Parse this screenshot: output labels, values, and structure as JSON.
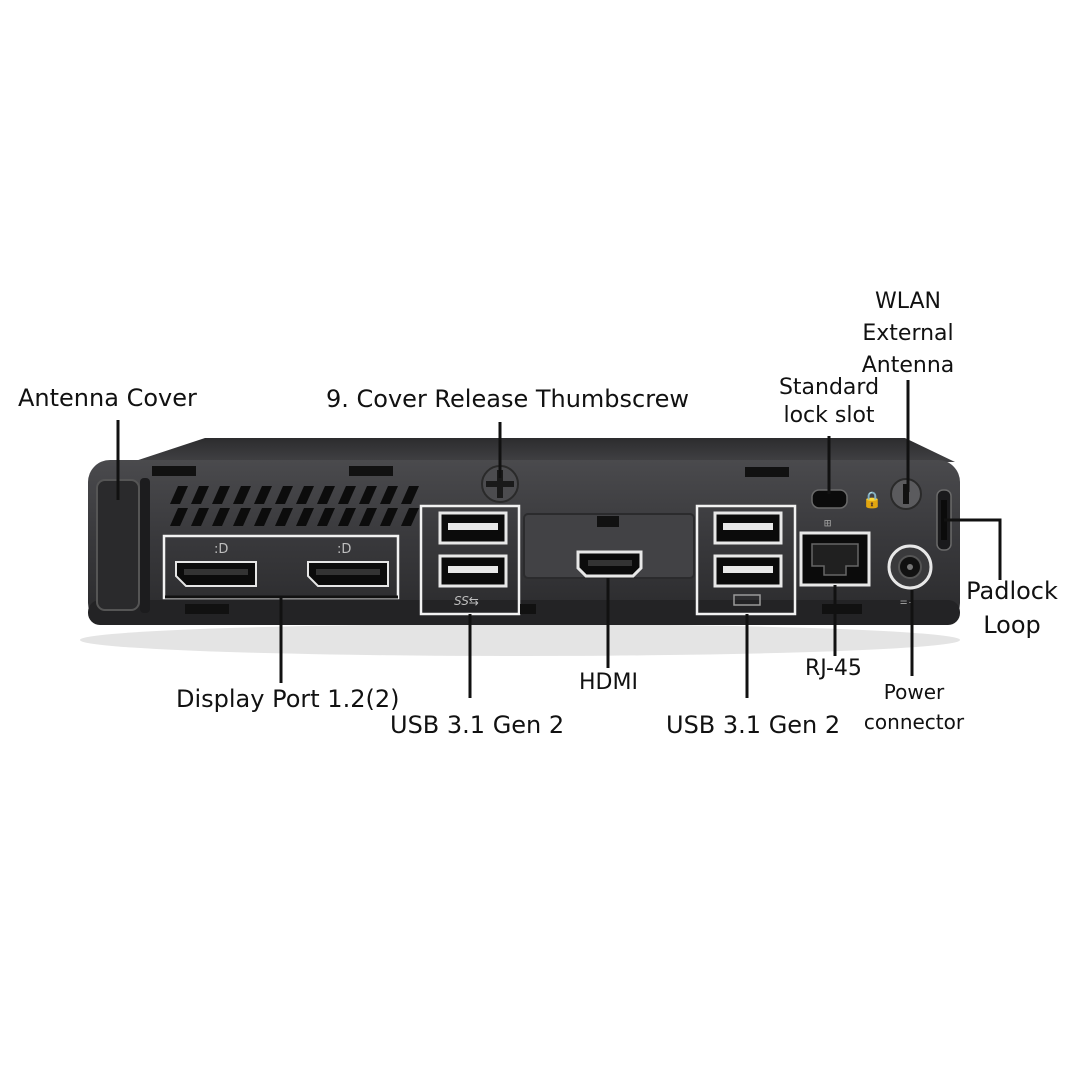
{
  "labels": {
    "antenna_cover": "Antenna Cover",
    "thumbscrew": "9. Cover Release Thumbscrew",
    "lock_slot": [
      "Standard",
      "lock slot"
    ],
    "wlan": [
      "WLAN",
      "External",
      "Antenna"
    ],
    "padlock": [
      "Padlock",
      "Loop"
    ],
    "display_port": "Display Port 1.2(2)",
    "usb_left": "USB 3.1 Gen 2",
    "hdmi": "HDMI",
    "usb_right": "USB 3.1 Gen 2",
    "rj45": "RJ-45",
    "power": [
      "Power",
      "connector"
    ]
  },
  "port_glyphs": {
    "usb_ss": "SS⇆",
    "displayport_mark": ":D"
  },
  "colors": {
    "chassis": "#3a3a3c",
    "chassis_dark": "#1d1d1f",
    "port_black": "#0b0b0b",
    "port_face": "#e9e9e9",
    "callout": "#111111",
    "outline": "#f2f2f2"
  }
}
